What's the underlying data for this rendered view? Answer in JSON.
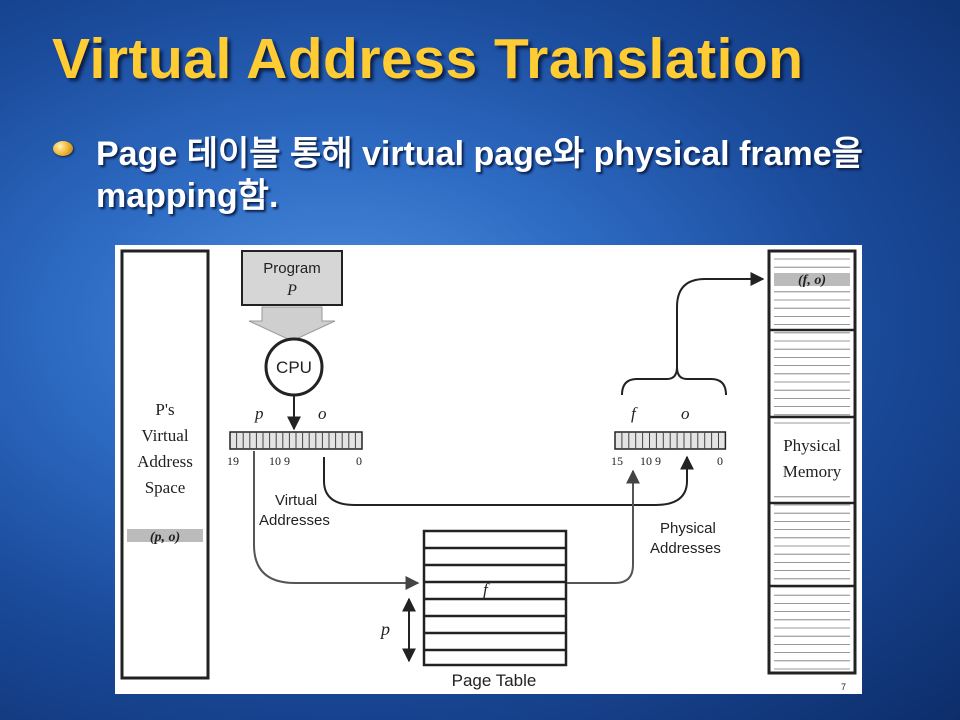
{
  "slide": {
    "title": "Virtual Address Translation",
    "bullet": "Page 테이블 통해 virtual page와 physical frame을 mapping함."
  },
  "diagram": {
    "program_label_line1": "Program",
    "program_label_line2": "P",
    "cpu_label": "CPU",
    "virtual_page_letter": "p",
    "virtual_offset_letter": "o",
    "virtual_bits": [
      "19",
      "10 9",
      "0"
    ],
    "virtual_addresses_label_line1": "Virtual",
    "virtual_addresses_label_line2": "Addresses",
    "virtual_space_line1": "P's",
    "virtual_space_line2": "Virtual",
    "virtual_space_line3": "Address",
    "virtual_space_line4": "Space",
    "virtual_entry": "(p, o)",
    "physical_frame_letter": "f",
    "physical_offset_letter": "o",
    "physical_bits": [
      "15",
      "10 9",
      "0"
    ],
    "physical_addresses_label_line1": "Physical",
    "physical_addresses_label_line2": "Addresses",
    "physical_memory_line1": "Physical",
    "physical_memory_line2": "Memory",
    "physical_entry": "(f, o)",
    "page_table_label": "Page Table",
    "page_table_entry": "f",
    "page_table_index": "p",
    "page_number": "7"
  }
}
